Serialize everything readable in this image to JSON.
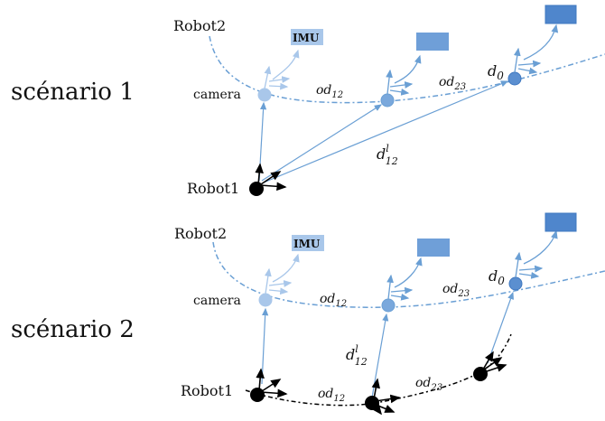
{
  "scenario1": {
    "title": "scénario 1",
    "robot2": "Robot2",
    "robot1": "Robot1",
    "camera": "camera",
    "imu": "IMU",
    "od12": "od",
    "od12_sub": "12",
    "od23": "od",
    "od23_sub": "23",
    "d0": "d",
    "d0_sub": "0",
    "d12": "d",
    "d12_sup": "l",
    "d12_sub": "12"
  },
  "scenario2": {
    "title": "scénario 2",
    "robot2": "Robot2",
    "robot1": "Robot1",
    "camera": "camera",
    "imu": "IMU",
    "od12": "od",
    "od12_sub": "12",
    "od23": "od",
    "od23_sub": "23",
    "d0": "d",
    "d0_sub": "0",
    "d12": "d",
    "d12_sup": "l",
    "d12_sub": "12",
    "od12_r1": "od",
    "od12_r1_sub": "12",
    "od23_r1": "od",
    "od23_r1_sub": "23"
  },
  "colors": {
    "robot2_path": "#6a9fd4",
    "camera_node": "#a9c7ea",
    "node_mid": "#7aa8dc",
    "node_end": "#5b8fd0",
    "box_light": "#a9c7ea",
    "box_mid": "#6f9fd8",
    "box_dark": "#4f86cc",
    "robot1": "#000000"
  }
}
